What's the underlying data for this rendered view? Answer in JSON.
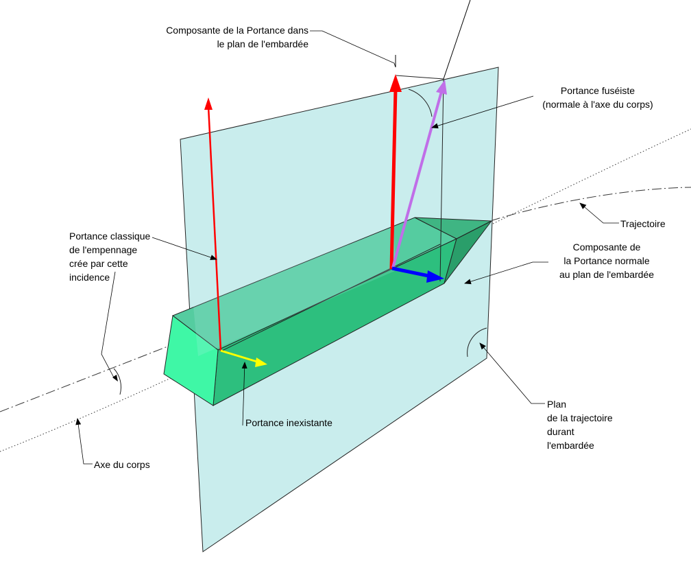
{
  "labels": {
    "composante_plan": [
      "Composante de la Portance dans",
      "le plan de l'embardée"
    ],
    "portance_fuseiste": [
      "Portance fuséiste",
      "(normale à l'axe du corps)"
    ],
    "trajectoire": "Trajectoire",
    "composante_normale": [
      "Composante de",
      "la Portance normale",
      "au plan de l'embardée"
    ],
    "portance_classique": [
      "Portance classique",
      "de l'empennage",
      "crée par cette",
      "incidence"
    ],
    "plan_trajectoire": [
      "Plan",
      "de la trajectoire",
      "durant",
      "l'embardée"
    ],
    "portance_inexistante": "Portance inexistante",
    "axe_corps": "Axe du corps"
  },
  "colors": {
    "plane_fill": "#c4ecec",
    "body_top": "#55cca0",
    "body_side": "#2dbf7e",
    "body_end": "#3ff7a6",
    "nose_dark": "#2a9e6a",
    "red_vector": "#ff0000",
    "purple_vector": "#c06ee8",
    "blue_vector": "#0000ff",
    "yellow_vector": "#ffff00"
  }
}
